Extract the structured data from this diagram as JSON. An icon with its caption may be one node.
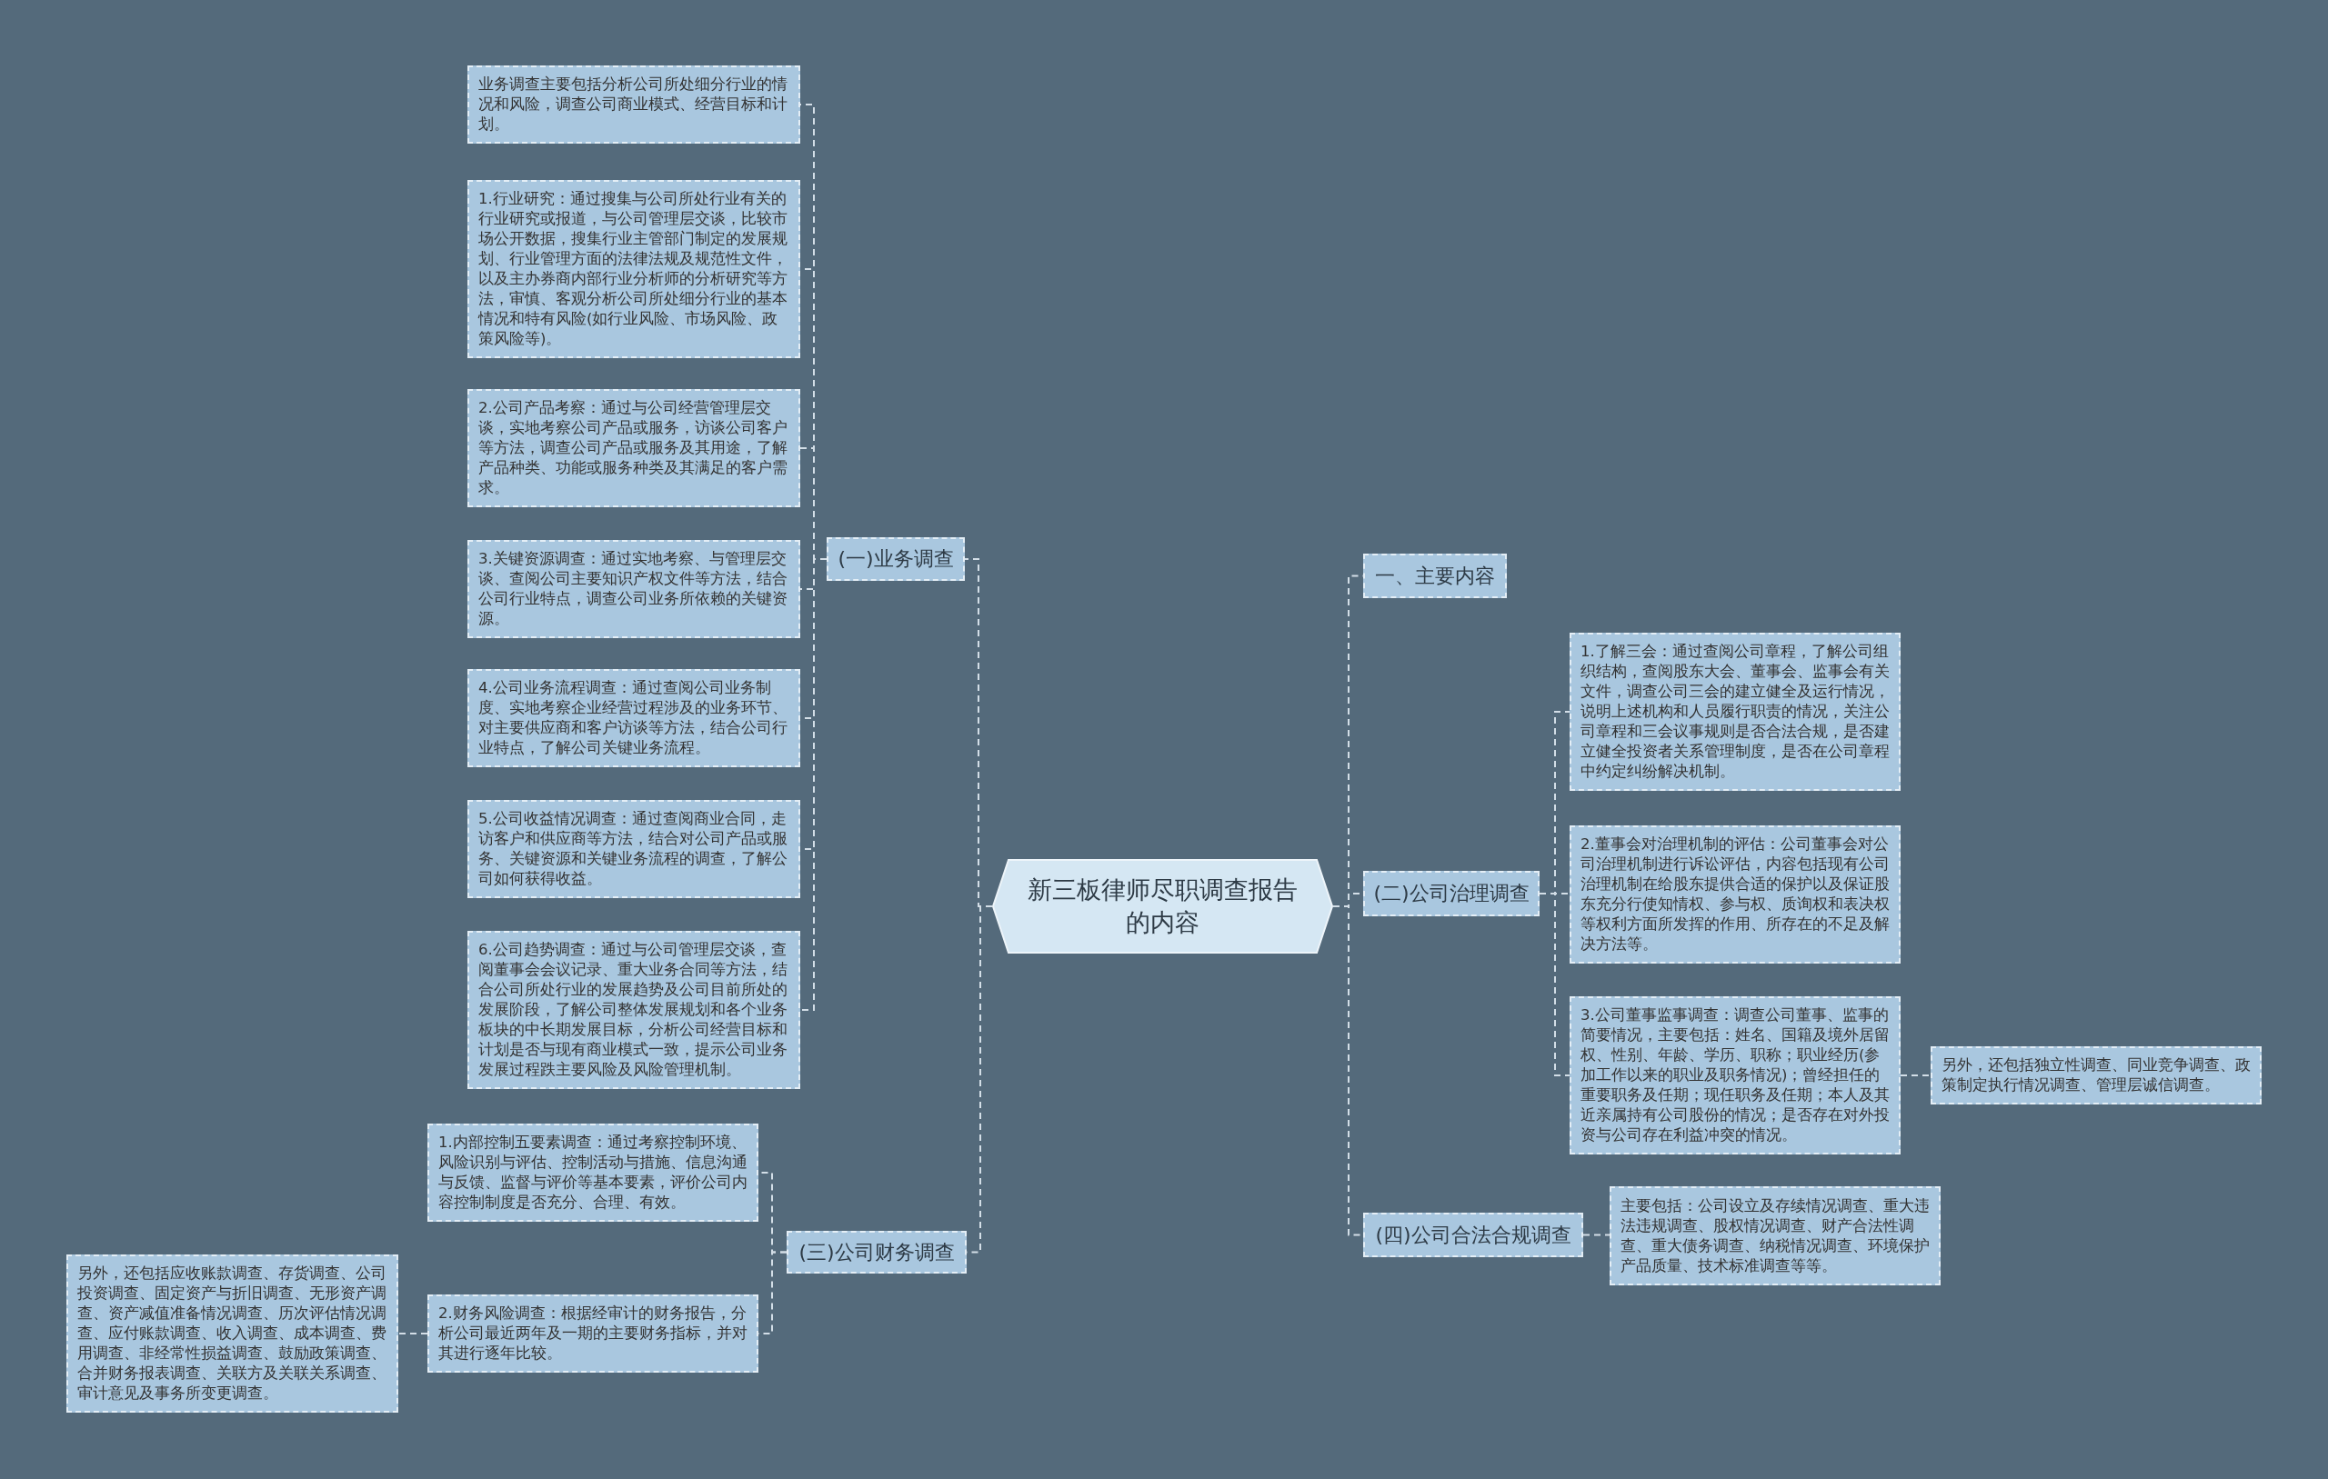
{
  "diagram": {
    "nodes": [
      {
        "text": [
          "新三板律师尽职调查报告的内容"
        ]
      },
      {
        "text": [
          "(一)业务调查"
        ]
      },
      {
        "text": [
          "业务调查主要包括分析公司所处细分行业的情况和风险，调查公司商业模式、经营目标和计划。"
        ]
      },
      {
        "text": [
          "1.行业研究：通过搜集与公司所处行业有关的行业研究或报道，与公司管理层交谈，比较市场公开数据，搜集行业主管部门制定的发展规划、行业管理方面的法律法规及规范性文件，以及主办券商内部行业分析师的分析研究等方法，审慎、客观分析公司所处细分行业的基本情况和特有风险(如行业风险、市场风险、政策风险等)。"
        ]
      },
      {
        "text": [
          "2.公司产品考察：通过与公司经营管理层交谈，实地考察公司产品或服务，访谈公司客户等方法，调查公司产品或服务及其用途，了解产品种类、功能或服务种类及其满足的客户需求。"
        ]
      },
      {
        "text": [
          "3.关键资源调查：通过实地考察、与管理层交谈、查阅公司主要知识产权文件等方法，结合公司行业特点，调查公司业务所依赖的关键资源。"
        ]
      },
      {
        "text": [
          "4.公司业务流程调查：通过查阅公司业务制度、实地考察企业经营过程涉及的业务环节、对主要供应商和客户访谈等方法，结合公司行业特点，了解公司关键业务流程。"
        ]
      },
      {
        "text": [
          "5.公司收益情况调查：通过查阅商业合同，走访客户和供应商等方法，结合对公司产品或服务、关键资源和关键业务流程的调查，了解公司如何获得收益。"
        ]
      },
      {
        "text": [
          "6.公司趋势调查：通过与公司管理层交谈，查阅董事会会议记录、重大业务合同等方法，结合公司所处行业的发展趋势及公司目前所处的发展阶段，了解公司整体发展规划和各个业务板块的中长期发展目标，分析公司经营目标和计划是否与现有商业模式一致，提示公司业务发展过程跌主要风险及风险管理机制。"
        ]
      },
      {
        "text": [
          "(三)公司财务调查"
        ]
      },
      {
        "text": [
          "1.内部控制五要素调查：通过考察控制环境、风险识别与评估、控制活动与措施、信息沟通与反馈、监督与评价等基本要素，评价公司内容控制制度是否充分、合理、有效。"
        ]
      },
      {
        "text": [
          "2.财务风险调查：根据经审计的财务报告，分析公司最近两年及一期的主要财务指标，并对其进行逐年比较。"
        ]
      },
      {
        "text": [
          "另外，还包括应收账款调查、存货调查、公司投资调查、固定资产与折旧调查、无形资产调查、资产减值准备情况调查、历次评估情况调查、应付账款调查、收入调查、成本调查、费用调查、非经常性损益调查、鼓励政策调查、合并财务报表调查、关联方及关联关系调查、审计意见及事务所变更调查。"
        ]
      },
      {
        "text": [
          "一、主要内容"
        ]
      },
      {
        "text": [
          "(二)公司治理调查"
        ]
      },
      {
        "text": [
          "1.了解三会：通过查阅公司章程，了解公司组织结构，查阅股东大会、董事会、监事会有关文件，调查公司三会的建立健全及运行情况，说明上述机构和人员履行职责的情况，关注公司章程和三会议事规则是否合法合规，是否建立健全投资者关系管理制度，是否在公司章程中约定纠纷解决机制。"
        ]
      },
      {
        "text": [
          "2.董事会对治理机制的评估：公司董事会对公司治理机制进行诉讼评估，内容包括现有公司治理机制在给股东提供合适的保护以及保证股东充分行使知情权、参与权、质询权和表决权等权利方面所发挥的作用、所存在的不足及解决方法等。"
        ]
      },
      {
        "text": [
          "3.公司董事监事调查：调查公司董事、监事的简要情况，主要包括：姓名、国籍及境外居留权、性别、年龄、学历、职称；职业经历(参加工作以来的职业及职务情况)；曾经担任的重要职务及任期；现任职务及任期；本人及其近亲属持有公司股份的情况；是否存在对外投资与公司存在利益冲突的情况。"
        ]
      },
      {
        "text": [
          "另外，还包括独立性调查、同业竞争调查、政策制定执行情况调查、管理层诚信调查。"
        ]
      },
      {
        "text": [
          "(四)公司合法合规调查"
        ]
      },
      {
        "text": [
          "主要包括：公司设立及存续情况调查、重大违法违规调查、股权情况调查、财产合法性调查、重大债务调查、纳税情况调查、环境保护产品质量、技术标准调查等等。"
        ]
      }
    ],
    "edges": [
      {
        "from": 0,
        "to": 1,
        "arrow": "none"
      },
      {
        "from": 1,
        "to": 2,
        "arrow": "none"
      },
      {
        "from": 1,
        "to": 3,
        "arrow": "none"
      },
      {
        "from": 1,
        "to": 4,
        "arrow": "none"
      },
      {
        "from": 1,
        "to": 5,
        "arrow": "none"
      },
      {
        "from": 1,
        "to": 6,
        "arrow": "none"
      },
      {
        "from": 1,
        "to": 7,
        "arrow": "none"
      },
      {
        "from": 1,
        "to": 8,
        "arrow": "none"
      },
      {
        "from": 0,
        "to": 9,
        "arrow": "none"
      },
      {
        "from": 9,
        "to": 10,
        "arrow": "none"
      },
      {
        "from": 9,
        "to": 11,
        "arrow": "none"
      },
      {
        "from": 11,
        "to": 12,
        "arrow": "none"
      },
      {
        "from": 0,
        "to": 13,
        "arrow": "none"
      },
      {
        "from": 0,
        "to": 14,
        "arrow": "none"
      },
      {
        "from": 14,
        "to": 15,
        "arrow": "none"
      },
      {
        "from": 14,
        "to": 16,
        "arrow": "none"
      },
      {
        "from": 14,
        "to": 17,
        "arrow": "none"
      },
      {
        "from": 17,
        "to": 18,
        "arrow": "none"
      },
      {
        "from": 0,
        "to": 19,
        "arrow": "none"
      },
      {
        "from": 19,
        "to": 20,
        "arrow": "none"
      }
    ]
  }
}
